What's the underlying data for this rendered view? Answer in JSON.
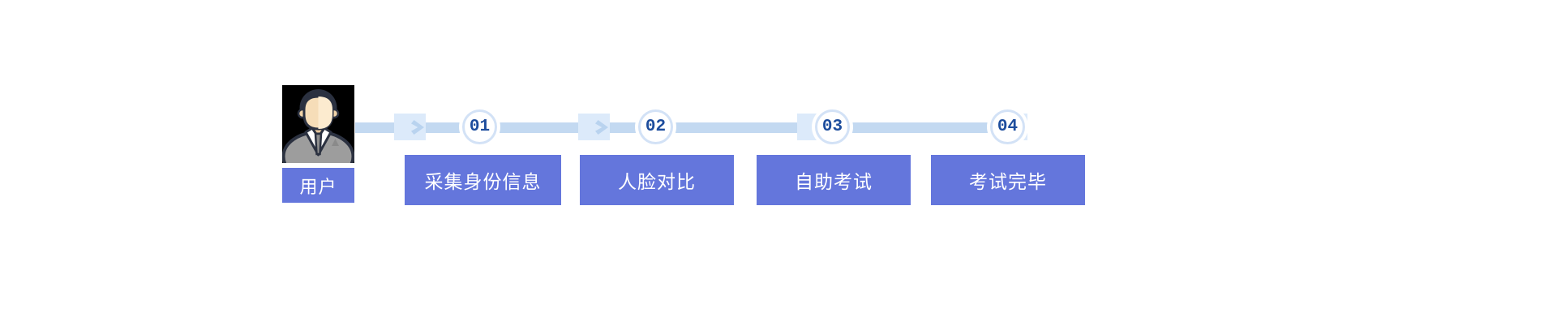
{
  "page": {
    "background": "#ffffff"
  },
  "user": {
    "label": "用户",
    "avatar_icon": "person-avatar-icon"
  },
  "steps": [
    {
      "number": "01",
      "label": "采集身份信息"
    },
    {
      "number": "02",
      "label": "人脸对比"
    },
    {
      "number": "03",
      "label": "自助考试"
    },
    {
      "number": "04",
      "label": "考试完毕"
    }
  ],
  "colors": {
    "step_block_bg": "#6476dc",
    "step_block_text": "#ffffff",
    "timeline_ribbon": "#c3d9f1",
    "marker_square": "#dceafa",
    "marker_chevron": "#b9d3ef",
    "circle_fill": "#ffffff",
    "circle_ring": "#d3e2f6",
    "circle_number_text": "#1d4d9d",
    "avatar_background": "#000000"
  }
}
